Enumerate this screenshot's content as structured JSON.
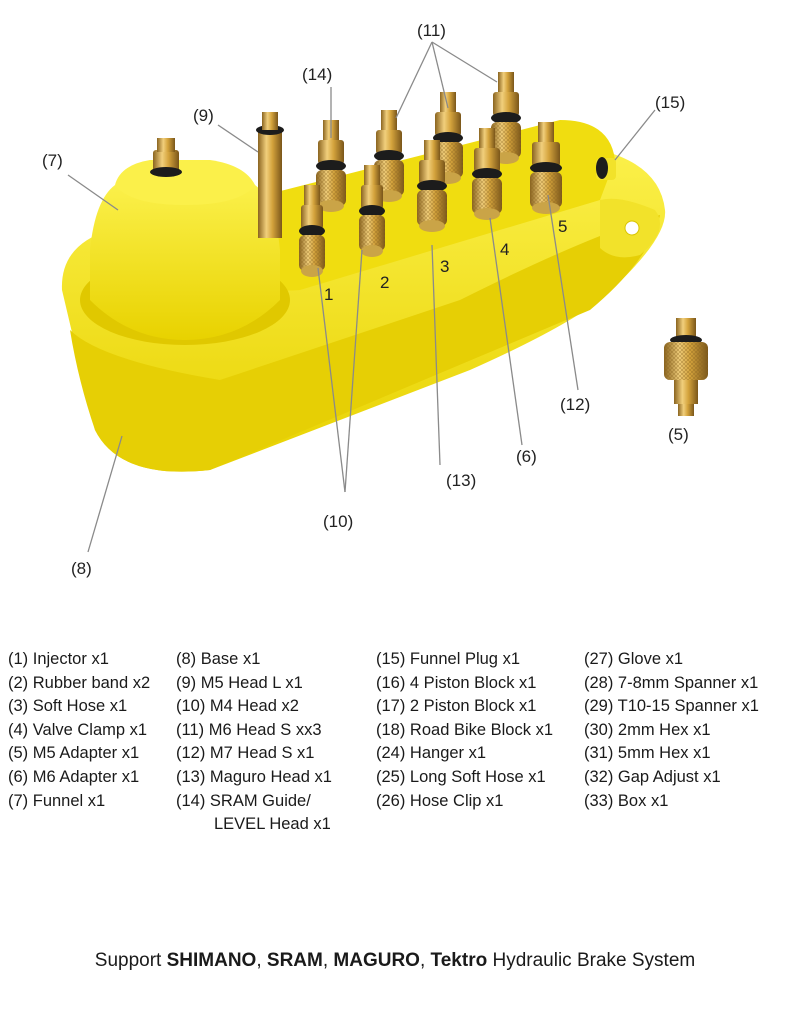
{
  "callouts": {
    "c7": "(7)",
    "c9": "(9)",
    "c14": "(14)",
    "c11": "(11)",
    "c15": "(15)",
    "c5": "(5)",
    "c12": "(12)",
    "c6": "(6)",
    "c13": "(13)",
    "c10": "(10)",
    "c8": "(8)"
  },
  "slot_numbers": [
    "1",
    "2",
    "3",
    "4",
    "5"
  ],
  "parts": {
    "col1": [
      "(1) Injector x1",
      "(2) Rubber band x2",
      "(3) Soft Hose x1",
      "(4) Valve Clamp x1",
      "(5) M5 Adapter x1",
      "(6) M6 Adapter x1",
      "(7) Funnel x1"
    ],
    "col2": [
      "(8) Base x1",
      "(9) M5 Head L x1",
      "(10) M4 Head x2",
      "(11) M6 Head S xx3",
      "(12) M7 Head S x1",
      "(13) Maguro Head x1",
      "(14) SRAM Guide/",
      "LEVEL Head x1"
    ],
    "col3": [
      "(15) Funnel Plug x1",
      "(16) 4 Piston Block x1",
      "(17) 2 Piston Block x1",
      "(18) Road Bike Block x1",
      "(24) Hanger x1",
      "(25) Long Soft Hose x1",
      "(26) Hose Clip x1"
    ],
    "col4": [
      "(27) Glove x1",
      "(28) 7-8mm Spanner x1",
      "(29) T10-15 Spanner x1",
      "(30) 2mm Hex x1",
      "(31) 5mm Hex x1",
      "(32) Gap Adjust x1",
      "(33) Box x1"
    ]
  },
  "footer": {
    "prefix": "Support ",
    "brand1": "SHIMANO",
    "sep1": ", ",
    "brand2": "SRAM",
    "sep2": ", ",
    "brand3": "MAGURO",
    "sep3": ", ",
    "brand4": "Tektro",
    "suffix": " Hydraulic Brake System"
  },
  "colors": {
    "base_yellow": "#f5e51a",
    "base_shadow": "#d9c400",
    "brass": "#d4a33c",
    "oring": "#1c1c1c"
  }
}
